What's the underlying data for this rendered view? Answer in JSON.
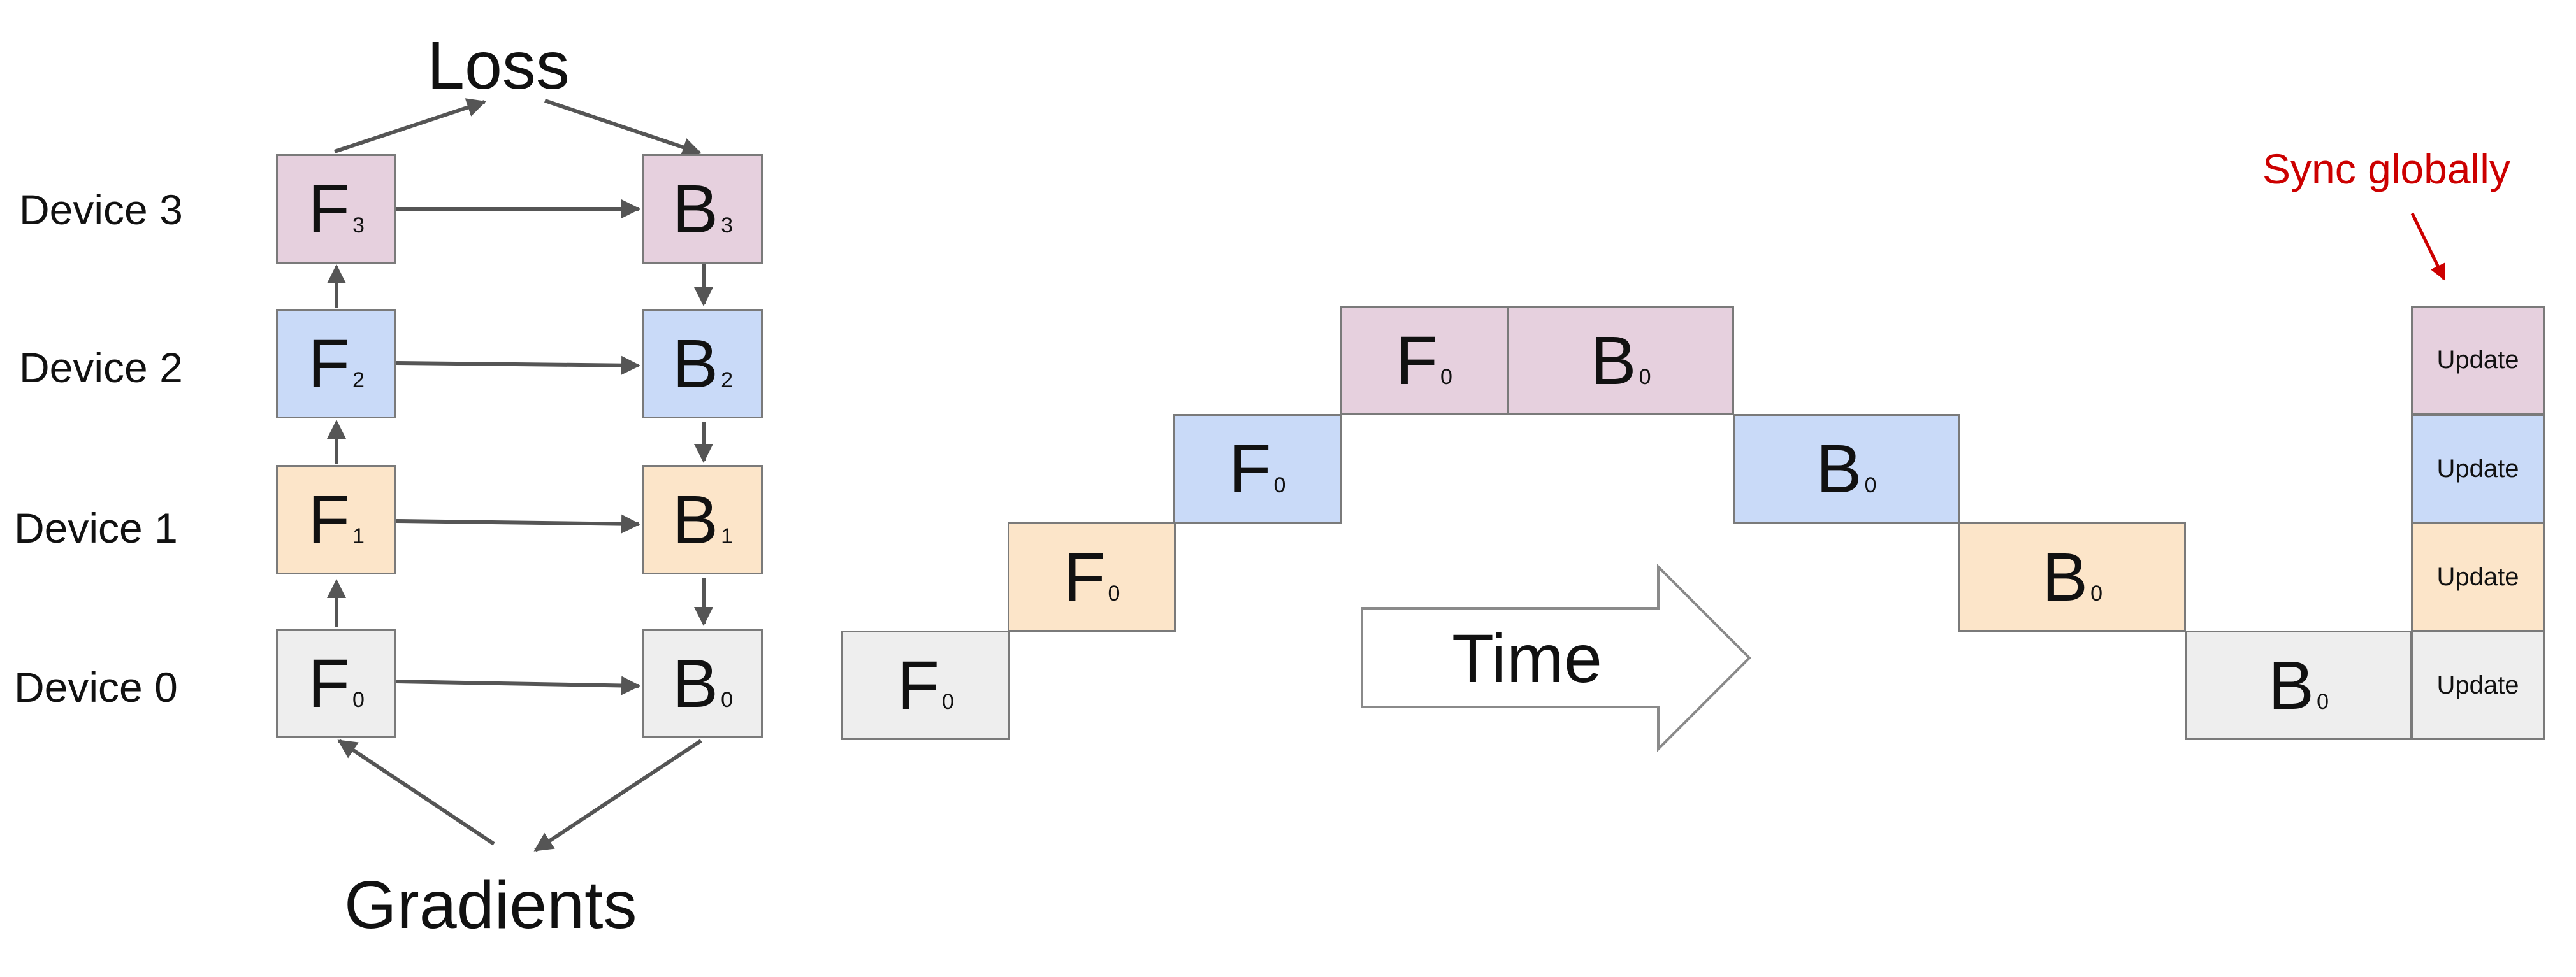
{
  "left_diagram": {
    "top_label": "Loss",
    "bottom_label": "Gradients",
    "devices": [
      {
        "label": "Device 3",
        "forward": "F",
        "backward": "B",
        "index": "3",
        "color": "#e6d0de"
      },
      {
        "label": "Device 2",
        "forward": "F",
        "backward": "B",
        "index": "2",
        "color": "#c9daf8"
      },
      {
        "label": "Device 1",
        "forward": "F",
        "backward": "B",
        "index": "1",
        "color": "#fce5c9"
      },
      {
        "label": "Device 0",
        "forward": "F",
        "backward": "B",
        "index": "0",
        "color": "#eeeeee"
      }
    ]
  },
  "timeline": {
    "time_label": "Time",
    "sync_label": "Sync globally",
    "sync_color": "#cc0000",
    "forward_cells": [
      {
        "letter": "F",
        "sub": "0",
        "color": "#e6d0de"
      },
      {
        "letter": "F",
        "sub": "0",
        "color": "#c9daf8"
      },
      {
        "letter": "F",
        "sub": "0",
        "color": "#fce5c9"
      },
      {
        "letter": "F",
        "sub": "0",
        "color": "#eeeeee"
      }
    ],
    "backward_cells": [
      {
        "letter": "B",
        "sub": "0",
        "color": "#e6d0de"
      },
      {
        "letter": "B",
        "sub": "0",
        "color": "#c9daf8"
      },
      {
        "letter": "B",
        "sub": "0",
        "color": "#fce5c9"
      },
      {
        "letter": "B",
        "sub": "0",
        "color": "#eeeeee"
      }
    ],
    "update_label": "Update"
  }
}
